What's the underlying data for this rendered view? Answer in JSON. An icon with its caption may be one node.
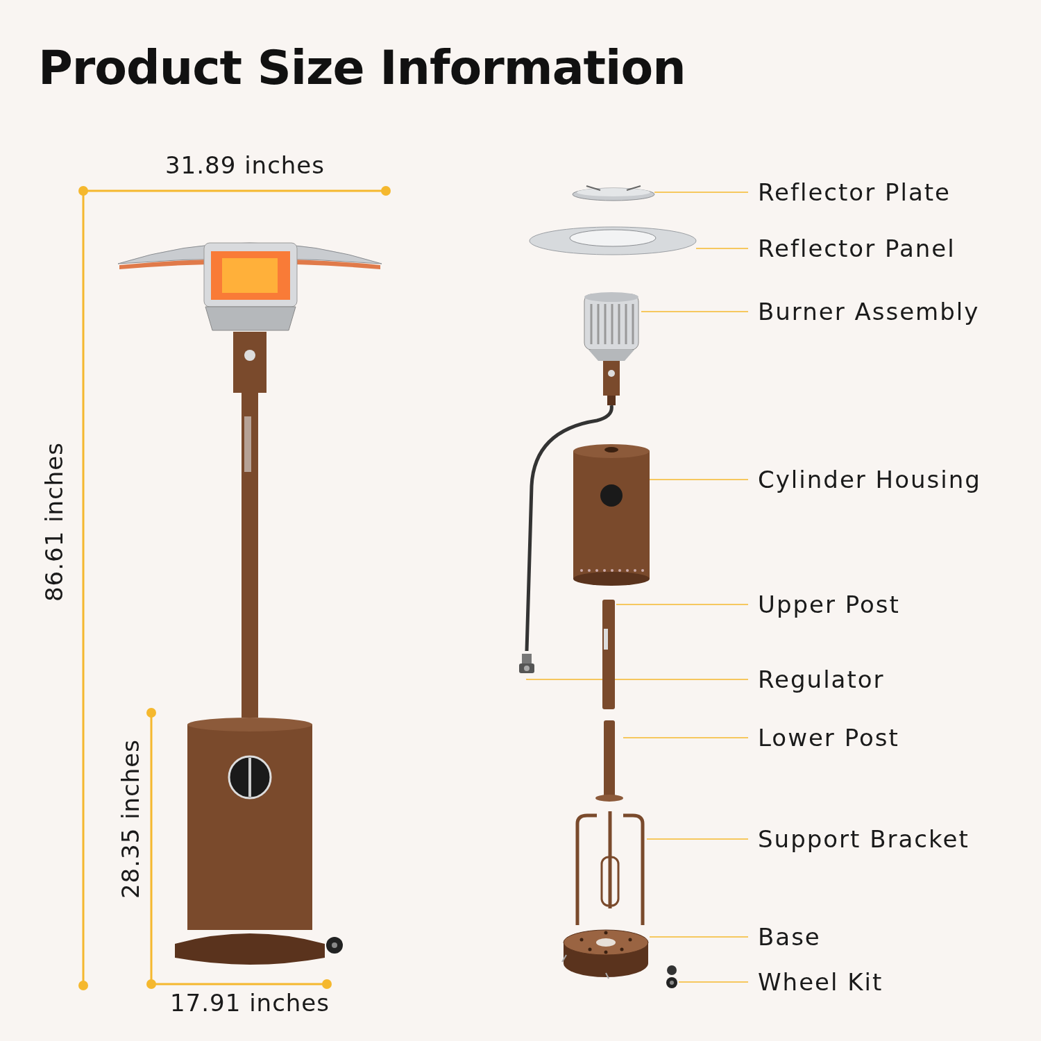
{
  "diagram": {
    "title": "Product Size Information",
    "nodes": [
      {
        "text": [
          "Reflector Plate"
        ]
      },
      {
        "text": [
          "Reflector Panel"
        ]
      },
      {
        "text": [
          "Burner Assembly"
        ]
      },
      {
        "text": [
          "Cylinder Housing"
        ]
      },
      {
        "text": [
          "Upper Post"
        ]
      },
      {
        "text": [
          "Regulator"
        ]
      },
      {
        "text": [
          "Lower Post"
        ]
      },
      {
        "text": [
          "Support Bracket"
        ]
      },
      {
        "text": [
          "Base"
        ]
      },
      {
        "text": [
          "Wheel Kit"
        ]
      },
      {
        "text": [],
        "shape": "picture"
      },
      {
        "text": [],
        "shape": "picture"
      },
      {
        "text": [],
        "shape": "picture"
      },
      {
        "text": [],
        "shape": "picture"
      },
      {
        "text": [],
        "shape": "picture"
      },
      {
        "text": [],
        "shape": "picture"
      },
      {
        "text": [],
        "shape": "picture"
      },
      {
        "text": [],
        "shape": "picture"
      },
      {
        "text": [],
        "shape": "picture"
      },
      {
        "text": [],
        "shape": "picture"
      }
    ],
    "edges": [
      {
        "from": 0,
        "to": 10,
        "arrow": "none"
      },
      {
        "from": 1,
        "to": 11,
        "arrow": "none"
      },
      {
        "from": 2,
        "to": 12,
        "arrow": "none"
      },
      {
        "from": 3,
        "to": 13,
        "arrow": "none"
      },
      {
        "from": 4,
        "to": 14,
        "arrow": "none"
      },
      {
        "from": 5,
        "to": 15,
        "arrow": "none"
      },
      {
        "from": 6,
        "to": 16,
        "arrow": "none"
      },
      {
        "from": 7,
        "to": 17,
        "arrow": "none"
      },
      {
        "from": 8,
        "to": 18,
        "arrow": "none"
      },
      {
        "from": 9,
        "to": 19,
        "arrow": "none"
      },
      {
        "from": 12,
        "to": 15,
        "arrow": "none",
        "style": "thick",
        "color": "#333333"
      }
    ],
    "labels": [
      "31.89 inches",
      "86.61 inches",
      "28.35 inches",
      "17.91 inches"
    ]
  }
}
